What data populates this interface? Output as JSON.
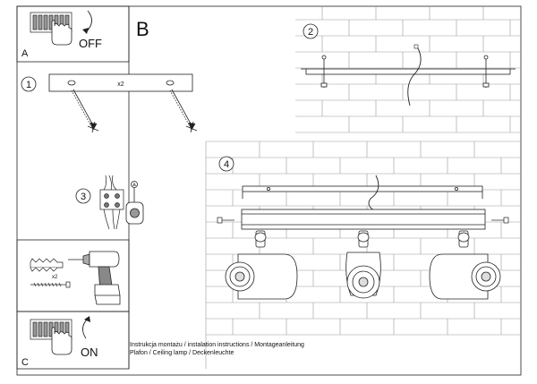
{
  "header_letter": "B",
  "panel_a": {
    "letter": "A",
    "action": "OFF"
  },
  "panel_c": {
    "letter": "C",
    "action": "ON"
  },
  "steps": {
    "step1": "1",
    "step2": "2",
    "step3": "3",
    "step4": "4"
  },
  "step1_quantity": "x2",
  "drill_quantity": "x2",
  "caption": {
    "line1": "Instrukcja montażu / instalation instructions / Montageanleitung",
    "line2": "Plafon / Ceiling lamp / Deckenleuchte"
  }
}
